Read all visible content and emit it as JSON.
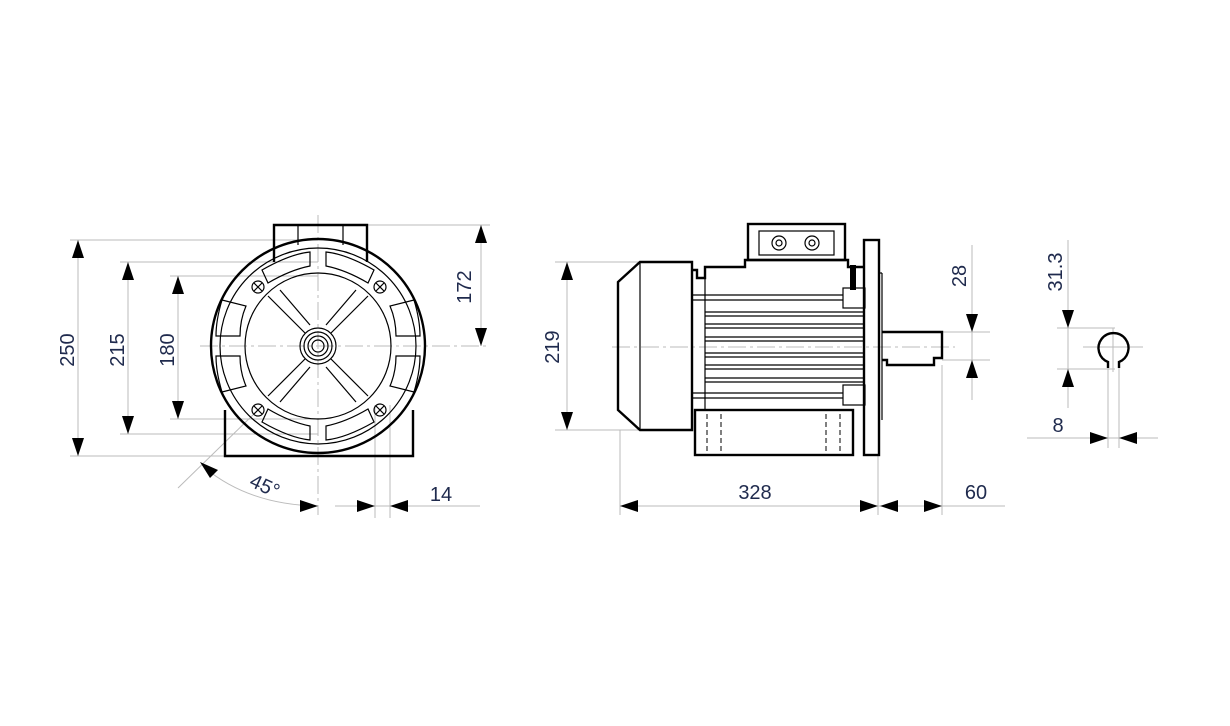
{
  "dimensions": {
    "front": {
      "height_total": "250",
      "foot_height": "215",
      "hole_spacing": "180",
      "shaft_to_top": "172",
      "angle": "45°",
      "hole_diameter": "14"
    },
    "side": {
      "fan_height": "219",
      "body_length": "328",
      "shaft_length": "60",
      "shaft_diameter": "28"
    },
    "key": {
      "key_height": "31.3",
      "key_width": "8"
    }
  },
  "colors": {
    "text": "#1f2a4d",
    "lines": "#000000",
    "guides": "#bbbbbb"
  }
}
